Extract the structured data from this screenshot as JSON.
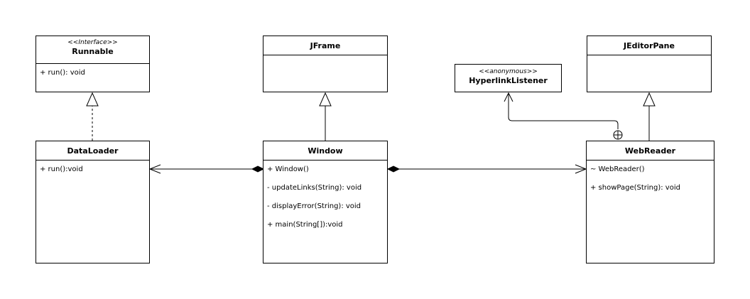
{
  "diagram": {
    "classes": {
      "runnable": {
        "stereotype": "<<Interface>>",
        "name": "Runnable",
        "members": [
          "+ run(): void"
        ]
      },
      "jframe": {
        "name": "JFrame"
      },
      "jeditorpane": {
        "name": "JEditorPane"
      },
      "hyperlinklistener": {
        "stereotype": "<<anonymous>>",
        "name": "HyperlinkListener"
      },
      "dataloader": {
        "name": "DataLoader",
        "members": [
          "+ run():void"
        ]
      },
      "window": {
        "name": "Window",
        "members": [
          "+ Window()",
          "- updateLinks(String): void",
          "- displayError(String): void",
          "+ main(String[]):void"
        ]
      },
      "webreader": {
        "name": "WebReader",
        "members": [
          "~ WebReader()",
          "+ showPage(String): void"
        ]
      }
    },
    "relations": [
      {
        "type": "realization",
        "from": "DataLoader",
        "to": "Runnable"
      },
      {
        "type": "generalization",
        "from": "Window",
        "to": "JFrame"
      },
      {
        "type": "generalization",
        "from": "WebReader",
        "to": "JEditorPane"
      },
      {
        "type": "nesting",
        "from": "WebReader",
        "to": "HyperlinkListener"
      },
      {
        "type": "composition",
        "from": "Window",
        "to": "DataLoader"
      },
      {
        "type": "composition",
        "from": "Window",
        "to": "WebReader"
      }
    ]
  }
}
